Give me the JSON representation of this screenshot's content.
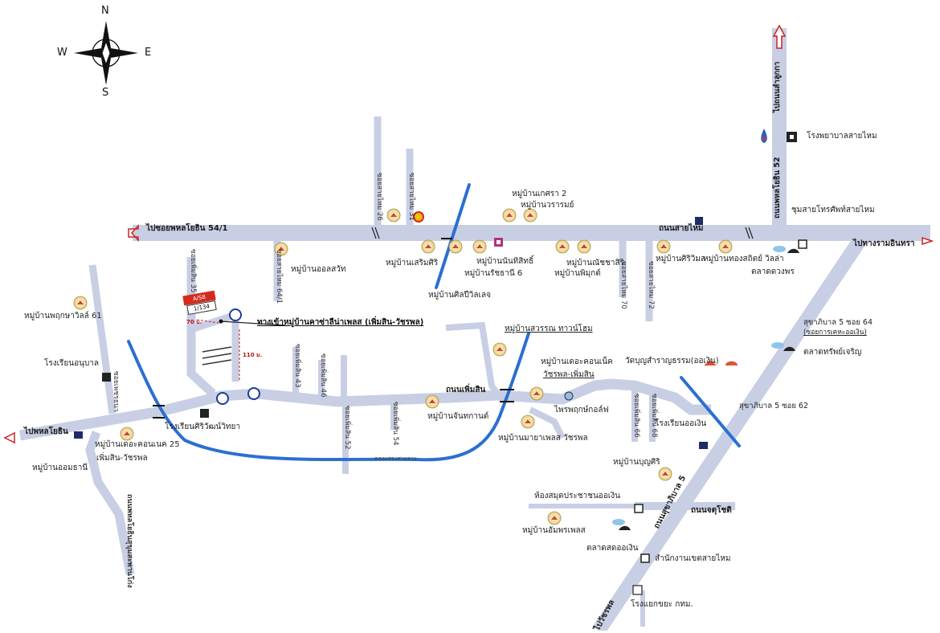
{
  "compass": {
    "north": "N",
    "south": "S",
    "east": "E",
    "west": "W"
  },
  "roads": {
    "main_road": "ถนนสายไหม",
    "main_west": "ไปซอยพหลโยธิน 54/1",
    "main_east": "ไปทางรามอินทรา",
    "phermsin_road": "ถนนเพิ่มสิน",
    "phahon_left": "ไปพหลโยธิน",
    "sukhaphiban": "ถนนสุขาภิบาล 5",
    "to_watcharaphon": "ไปวัชรพล",
    "north_road": "ถนนพหลโยธิน 52",
    "to_lamlukka": "ไปถนนลำลูกกา",
    "jujote": "ถนนจตุโชติ",
    "khlong": "คลองสองสายธาร",
    "sukhaphiban_soi64": "สุขาภิบาล 5 ซอย 64",
    "sukhaphiban_soi64_sub": "(ซอยการเคหะออเงิน)",
    "sukhaphiban_soi62": "สุขาภิบาล 5 ซอย 62",
    "phahon_kotakom": "ถนนพหลโยธินสุขุมสะพานโก่ง",
    "left_soi": "ซอยเพชรธนา"
  },
  "sois": {
    "saimai26": "ซอยสายไหม 26",
    "saimai31": "ซอยสายไหม 31",
    "saimai_641": "ซอยสายไหม 64/1",
    "saimai70": "ซอยสายไหม 70",
    "saimai72": "ซอยสายไหม 72",
    "phermsin43": "ซอยเพิ่มสิน 43",
    "phermsin46": "ซอยเพิ่มสิน 46",
    "phermsin52": "ซอยเพิ่มสิน 52",
    "phermsin54": "ซอยเพิ่มสิน 54",
    "phermsin66": "ซอยเพิ่มสิน 66",
    "phermsin68": "ซอยเพิ่มสิน 68",
    "phermsin_main": "ซอยเพิ่มสิน 35"
  },
  "places": {
    "villa_pruksa": "หมู่บ้านพฤกษาวิลล์ 61",
    "school_anuban": "โรงเรียนอนุบาล",
    "ban_ortsawat": "หมู่บ้านออลสวัท",
    "ban_soemsiri": "หมู่บ้านเสริมศิริ",
    "ban_ratchathani": "หมู่บ้านรัชธานี 6",
    "ban_silpa": "หมู่บ้านศิลปีวิลเลจ",
    "ban_nanthi": "หมู่บ้านนันทิสิทธิ์",
    "ban_ketsara": "หมู่บ้านเกศรา 2",
    "ban_warara": "หมู่บ้านวรารมย์",
    "ban_chaiyasri": "หมู่บ้านณัชชาสิริ",
    "ban_phimuk": "หมู่บ้านพิมุกต์",
    "ban_siriwimon": "หมู่บ้านศิริวิมล",
    "ban_thongsathit": "หมู่บ้านทองสถิตย์ วิลล่า",
    "market_duangphon": "ตลาดดวงพร",
    "hospital": "โรงพยาบาลสายไหม",
    "phone_exchange": "ชุมสายโทรศัพท์สายไหม",
    "entrance_casa": "ทางเข้าหมู่บ้านคาซ่าลีน่าเพลส (เพิ่มสิน-วัชรพล)",
    "ban_suan_town": "หมู่บ้านสวรรณ ทาวน์โฮม",
    "ban_delta": "หมู่บ้านเดอะคอนเน็ค",
    "watcharaphon_phermsin": "วัชรพล-เพิ่มสิน",
    "wat_boonsamruai": "วัดบุญสำราญธรรม(ออเงิน)",
    "market_sapchaloen": "ตลาดทรัพย์เจริญ",
    "pruksa_golf": "ไพรพฤกษ์กอล์ฟ",
    "ban_jantakan": "หมู่บ้านจันทกานต์",
    "ban_mayapleus": "หมู่บ้านมายาเพลส วัชรพล",
    "school_orngern": "โรงเรียนออเงิน",
    "school_siriwat": "โรงเรียนศิริวัฒน์วิทยา",
    "ban_delta25": "หมู่บ้านเดอะคอนเนค 25",
    "phermsin_watcharaphon": "เพิ่มสิน-วัชรพล",
    "ban_omthani": "หมู่บ้านออมธานี",
    "ban_boonsiri": "หมู่บ้านบุญศิริ",
    "library": "ห้องสมุดประชาชนออเงิน",
    "ban_amphon": "หมู่บ้านอัมพรเพลส",
    "market_orngern": "ตลาดสดออเงิน",
    "district_office": "สำนักงานเขตสายไหม",
    "waste_school": "โรงแยกขยะ กทม."
  },
  "sign": {
    "line1": "A/S8",
    "line2": "1/134"
  },
  "measures": {
    "m1": "70 ม.",
    "m2": "110 ม."
  }
}
